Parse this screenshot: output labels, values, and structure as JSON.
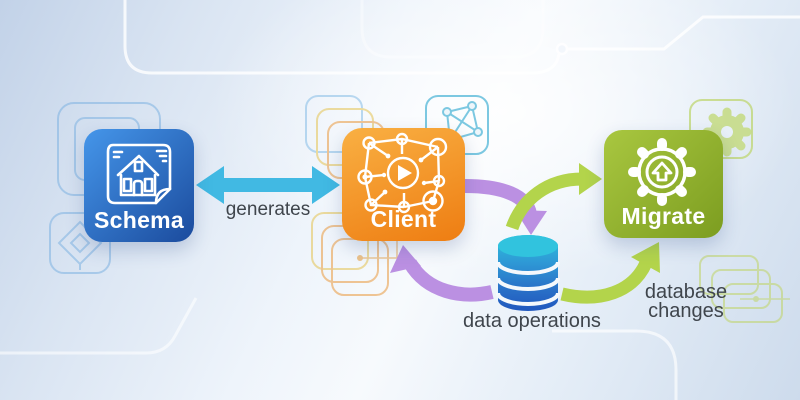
{
  "palette": {
    "schema_gradient_top": "#4596EA",
    "schema_gradient_bottom": "#1B4B9D",
    "client_gradient_top": "#F9B043",
    "client_gradient_bottom": "#EE7D12",
    "migrate_gradient_top": "#A9C740",
    "migrate_gradient_bottom": "#7C9D20",
    "generates_arrow": "#41B9E3",
    "data_operations_arrow": "#BB90E2",
    "migrate_arrow": "#B3D44B",
    "database_top": "#2EC0DC",
    "database_bottom": "#2057BE",
    "annotation_text": "#3F454C",
    "node_label_text": "#FFFFFF"
  },
  "nodes": {
    "schema": {
      "label": "Schema",
      "icon": "blueprint-house-document-icon"
    },
    "client": {
      "label": "Client",
      "icon": "network-graph-play-icon"
    },
    "migrate": {
      "label": "Migrate",
      "icon": "gear-upload-arrow-icon"
    },
    "database": {
      "icon": "database-cylinder-icon"
    }
  },
  "annotations": {
    "generates": "generates",
    "data_operations": "data operations",
    "database_changes_line1": "database",
    "database_changes_line2": "changes"
  },
  "edges": [
    {
      "from": "schema",
      "to": "client",
      "direction": "bidirectional",
      "label": "generates",
      "color": "#41B9E3"
    },
    {
      "from": "client",
      "to": "database",
      "direction": "bidirectional",
      "label": "data operations",
      "color": "#BB90E2"
    },
    {
      "from": "client",
      "to": "migrate",
      "direction": "one-way",
      "label": "",
      "color": "#B3D44B"
    },
    {
      "from": "database",
      "to": "migrate",
      "direction": "one-way",
      "label": "database changes",
      "color": "#B3D44B"
    }
  ]
}
